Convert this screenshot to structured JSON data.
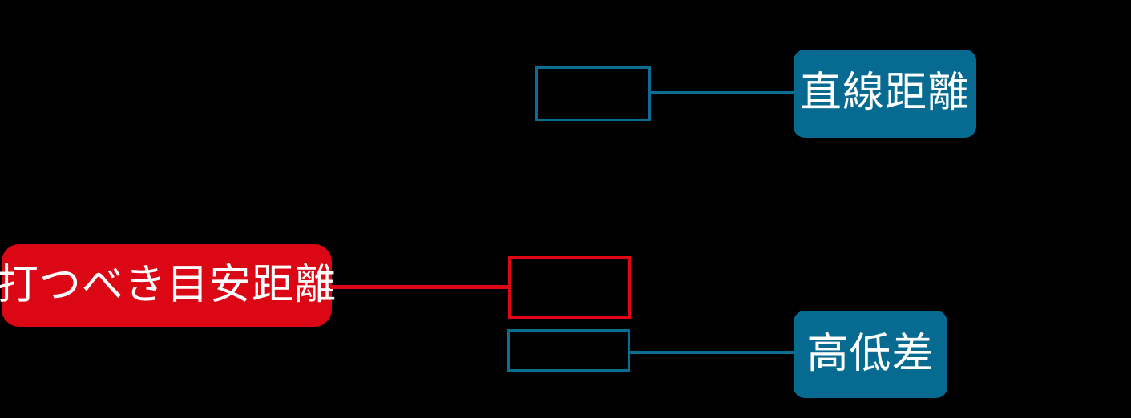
{
  "diagram": {
    "title_text": "",
    "background_color": "#000000",
    "accent_red": "#dc0714",
    "accent_teal": "#076b91",
    "line_teal": "#0a6d94",
    "line_red": "#e00613",
    "root": {
      "label": "打つべき目安距離",
      "color": "#dc0714",
      "text_color": "#ffffff"
    },
    "branches": [
      {
        "id": "branch-straight-distance",
        "placeholder_label": "",
        "leaf_label": "直線距離",
        "color": "#076b91"
      },
      {
        "id": "branch-middle",
        "placeholder_label": "",
        "leaf_label": "",
        "color": "#e00613"
      },
      {
        "id": "branch-elevation",
        "placeholder_label": "",
        "leaf_label": "高低差",
        "color": "#076b91"
      }
    ]
  }
}
